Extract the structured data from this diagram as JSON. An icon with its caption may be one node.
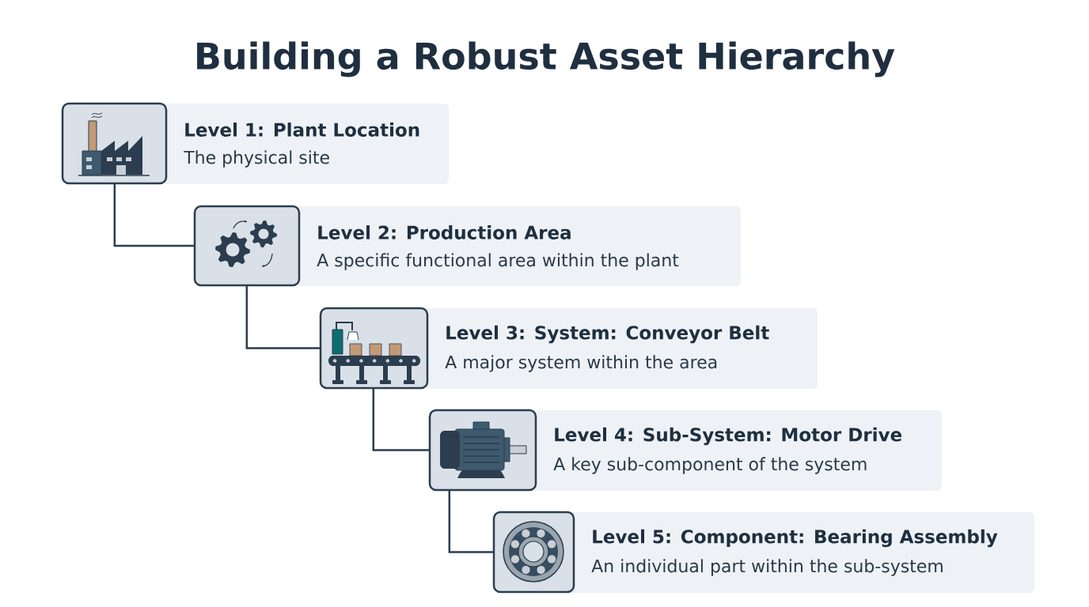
{
  "diagram": {
    "title": "Building a Robust Asset Hierarchy",
    "nodes": [
      {
        "text": [
          "Level 1: Plant Location",
          "The physical site"
        ]
      },
      {
        "text": [
          "Level 2: Production Area",
          "A specific functional area within the plant"
        ]
      },
      {
        "text": [
          "Level 3: System: Conveyor Belt",
          "A major system within the area"
        ]
      },
      {
        "text": [
          "Level 4: Sub-System: Motor Drive",
          "A key sub-component of the system"
        ]
      },
      {
        "text": [
          "Level 5: Component: Bearing Assembly",
          "An individual part within the sub-system"
        ]
      }
    ],
    "edges": [
      {
        "from": 0,
        "to": 1,
        "arrow": "none"
      },
      {
        "from": 1,
        "to": 2,
        "arrow": "none"
      },
      {
        "from": 2,
        "to": 3,
        "arrow": "none"
      },
      {
        "from": 3,
        "to": 4,
        "arrow": "none"
      }
    ]
  }
}
